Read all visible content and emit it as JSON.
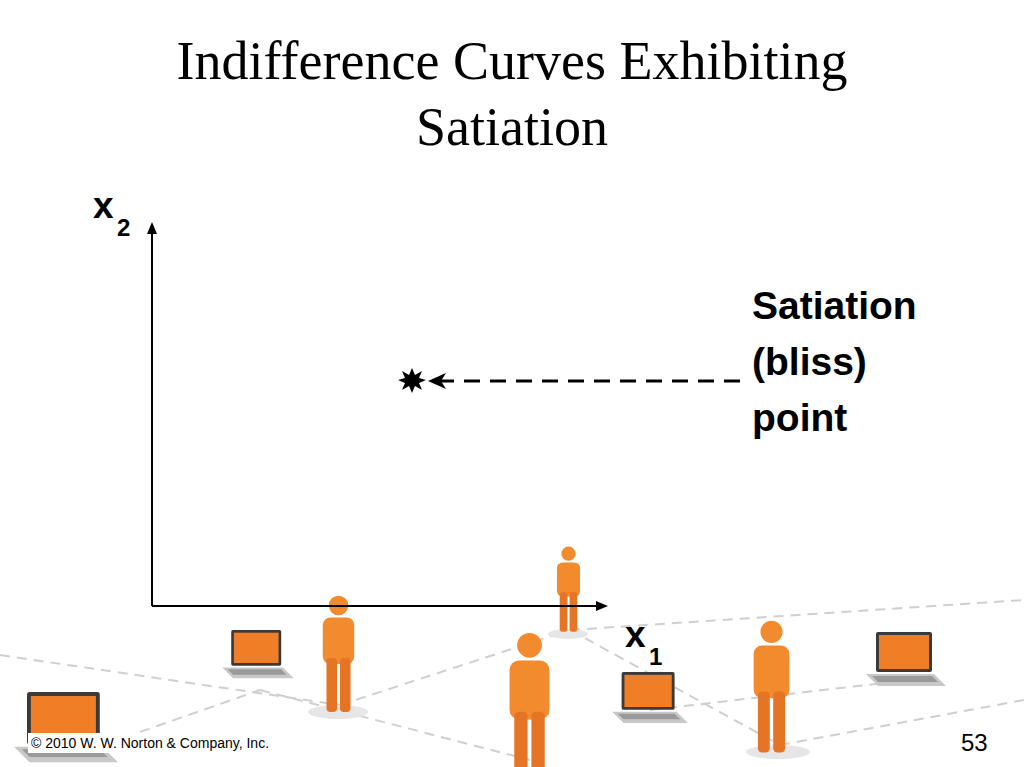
{
  "diagram": {
    "title": "Indifference Curves Exhibiting Satiation",
    "labels": [
      "x",
      "2",
      "Satiation (bliss) point",
      "x",
      "1",
      "© 2010 W. W. Norton & Company, Inc.",
      "53"
    ]
  }
}
